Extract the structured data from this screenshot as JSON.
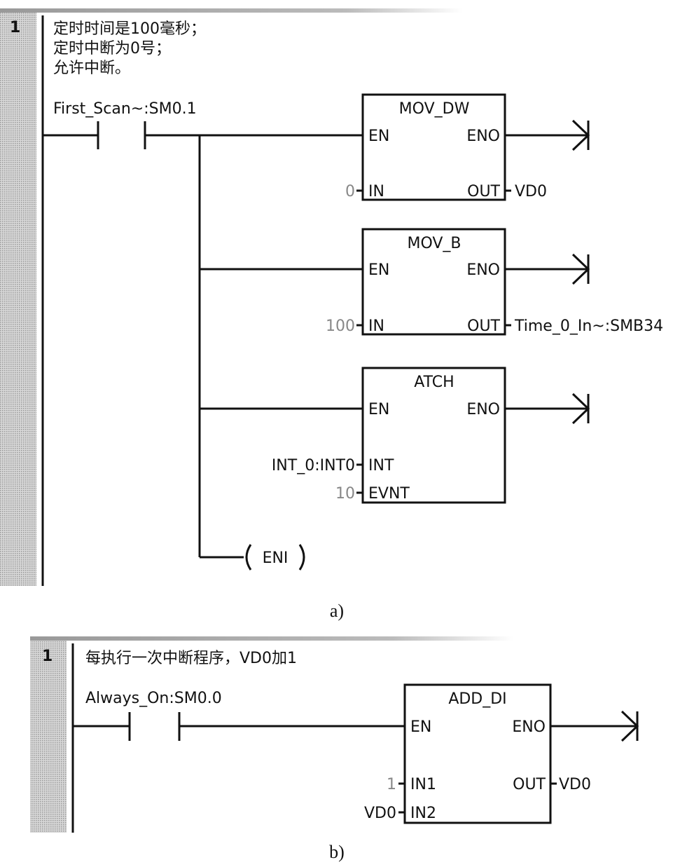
{
  "diagram_a": {
    "network_number": "1",
    "comment_lines": [
      "定时时间是100毫秒；",
      "定时中断为0号；",
      "允许中断。"
    ],
    "contact_label": "First_Scan~:SM0.1",
    "blocks": [
      {
        "name": "MOV_DW",
        "en": "EN",
        "eno": "ENO",
        "inputs": [
          {
            "pin": "IN",
            "value": "0"
          }
        ],
        "outputs": [
          {
            "pin": "OUT",
            "value": "VD0"
          }
        ]
      },
      {
        "name": "MOV_B",
        "en": "EN",
        "eno": "ENO",
        "inputs": [
          {
            "pin": "IN",
            "value": "100"
          }
        ],
        "outputs": [
          {
            "pin": "OUT",
            "value": "Time_0_In~:SMB34"
          }
        ]
      },
      {
        "name": "ATCH",
        "en": "EN",
        "eno": "ENO",
        "inputs": [
          {
            "pin": "INT",
            "value": "INT_0:INT0"
          },
          {
            "pin": "EVNT",
            "value": "10"
          }
        ],
        "outputs": []
      }
    ],
    "coil_label": "ENI",
    "caption": "a)"
  },
  "diagram_b": {
    "network_number": "1",
    "comment": "每执行一次中断程序，VD0加1",
    "contact_label": "Always_On:SM0.0",
    "block": {
      "name": "ADD_DI",
      "en": "EN",
      "eno": "ENO",
      "inputs": [
        {
          "pin": "IN1",
          "value": "1"
        },
        {
          "pin": "IN2",
          "value": "VD0"
        }
      ],
      "outputs": [
        {
          "pin": "OUT",
          "value": "VD0"
        }
      ]
    },
    "caption": "b)"
  }
}
